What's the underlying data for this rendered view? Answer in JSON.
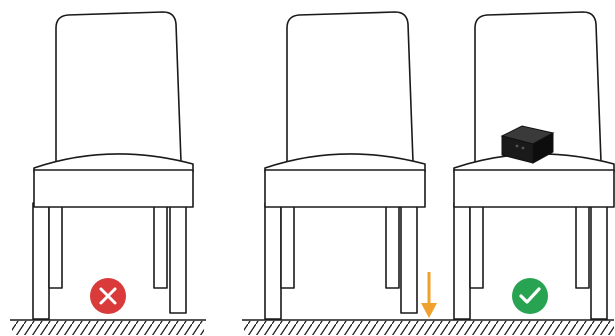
{
  "colors": {
    "line": "#1a1a1a",
    "background": "#ffffff",
    "incorrect": "#d93a3a",
    "correct": "#27a352",
    "arrow": "#f0a02c",
    "device": "#1a1a1a"
  },
  "panels": [
    {
      "id": "left",
      "status": "incorrect",
      "status_icon": "cross-circle-icon"
    },
    {
      "id": "middle",
      "status": "neutral",
      "status_icon": "down-arrow-icon"
    },
    {
      "id": "right",
      "status": "correct",
      "status_icon": "check-circle-icon",
      "object_on_seat": "black-box-device"
    }
  ]
}
